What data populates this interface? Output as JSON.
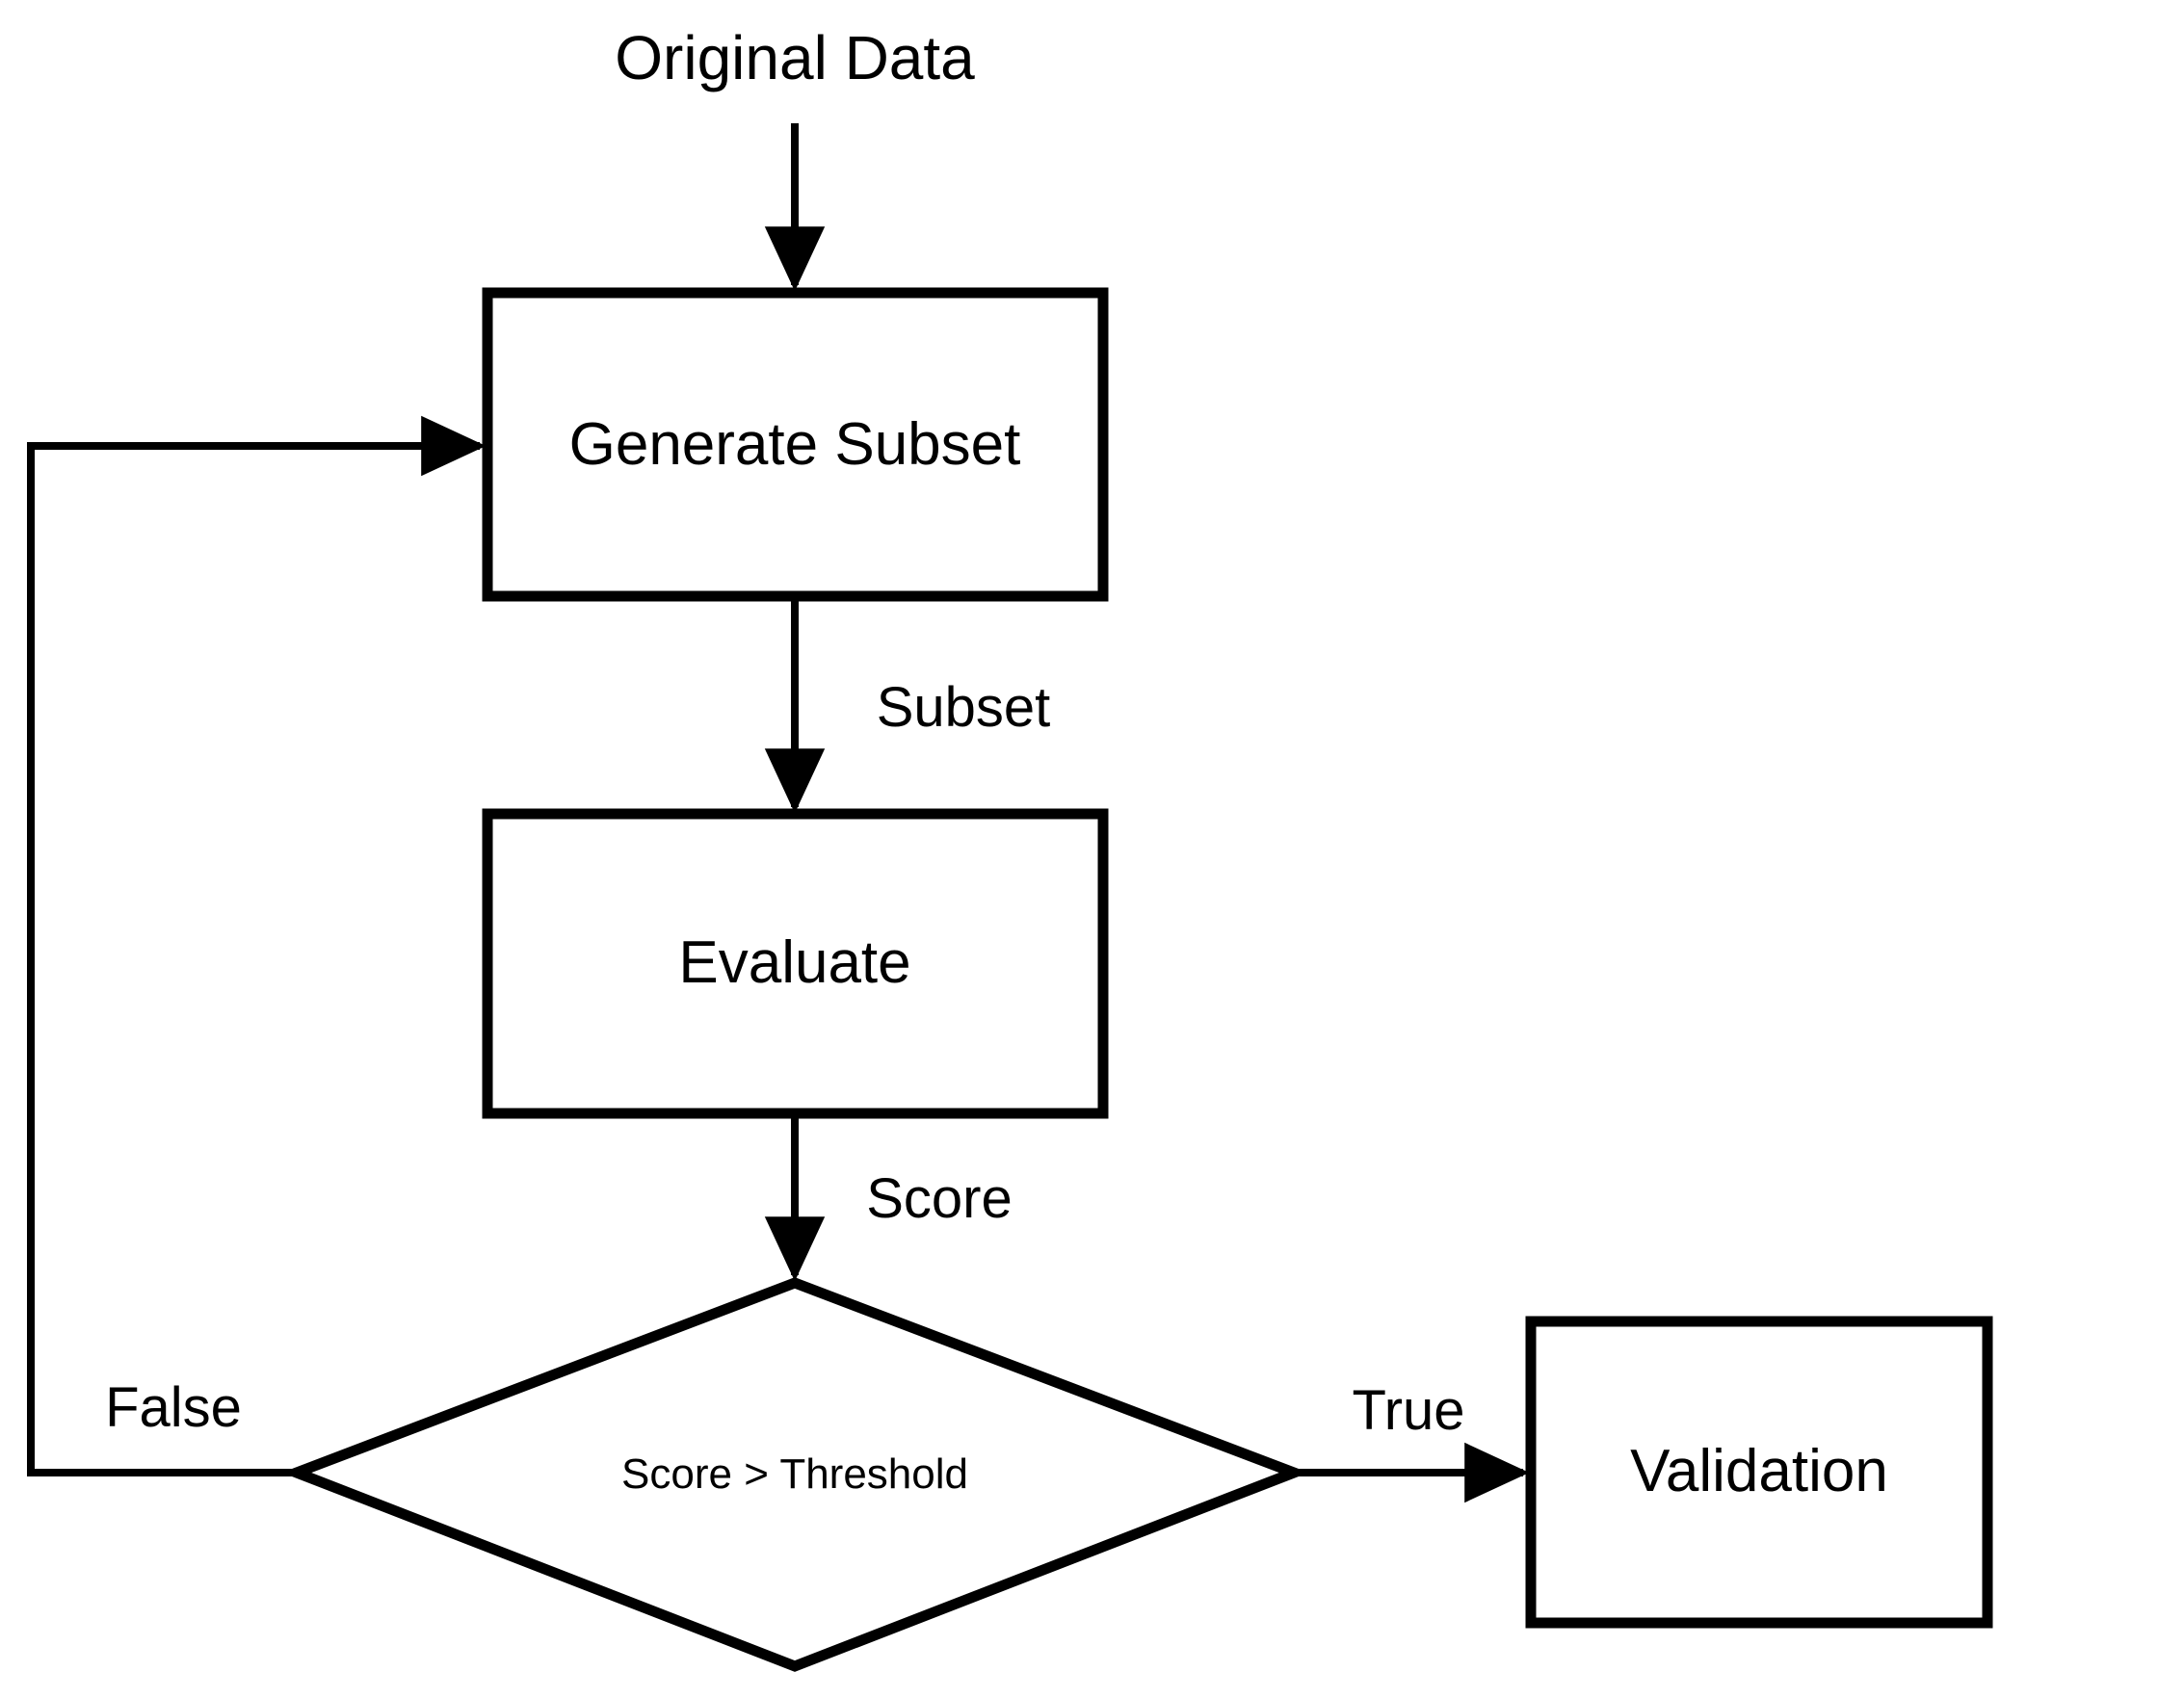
{
  "diagram": {
    "type": "flowchart",
    "title_label": "Original Data",
    "background_color": "#ffffff",
    "stroke_color": "#000000",
    "nodes": [
      {
        "id": "generate_subset",
        "shape": "rectangle",
        "label": "Generate Subset"
      },
      {
        "id": "evaluate",
        "shape": "rectangle",
        "label": "Evaluate"
      },
      {
        "id": "decision",
        "shape": "diamond",
        "label": "Score > Threshold"
      },
      {
        "id": "validation",
        "shape": "rectangle",
        "label": "Validation"
      }
    ],
    "edges": [
      {
        "id": "data_to_generate",
        "from": "Original Data",
        "to": "Generate Subset",
        "label": ""
      },
      {
        "id": "generate_to_evaluate",
        "from": "Generate Subset",
        "to": "Evaluate",
        "label": "Subset"
      },
      {
        "id": "evaluate_to_decision",
        "from": "Evaluate",
        "to": "Score > Threshold",
        "label": "Score"
      },
      {
        "id": "decision_to_validation",
        "from": "Score > Threshold",
        "to": "Validation",
        "label": "True"
      },
      {
        "id": "decision_to_generate",
        "from": "Score > Threshold",
        "to": "Generate Subset",
        "label": "False"
      }
    ]
  }
}
